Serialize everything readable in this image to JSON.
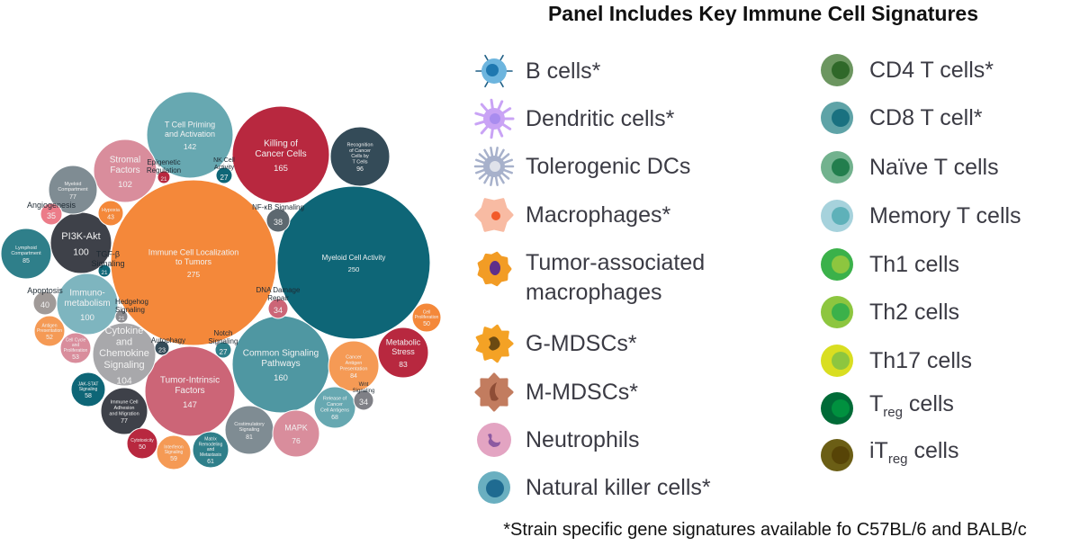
{
  "chart_data": {
    "type": "bubble",
    "title": "",
    "bubbles": [
      {
        "label": "Immune Cell Localization\nto Tumors",
        "value": 275,
        "color": "#f4883a"
      },
      {
        "label": "Myeloid Cell Activity",
        "value": 250,
        "color": "#0e6677"
      },
      {
        "label": "Killing of\nCancer Cells",
        "value": 165,
        "color": "#b8283f"
      },
      {
        "label": "Common Signaling\nPathways",
        "value": 160,
        "color": "#4f97a2"
      },
      {
        "label": "Tumor-Intrinsic\nFactors",
        "value": 147,
        "color": "#cc6577"
      },
      {
        "label": "T Cell Priming\nand Activation",
        "value": 142,
        "color": "#67a8b1"
      },
      {
        "label": "Cytokine\nand\nChemokine\nSignaling",
        "value": 104,
        "color": "#a8a8ab"
      },
      {
        "label": "Stromal\nFactors",
        "value": 102,
        "color": "#d98d9c"
      },
      {
        "label": "PI3K-Akt",
        "value": 100,
        "color": "#3e4149"
      },
      {
        "label": "Immuno-\nmetabolism",
        "value": 100,
        "color": "#7eb5bf"
      },
      {
        "label": "Recognition\nof Cancer\nCells by\nT Cells",
        "value": 96,
        "color": "#344b58"
      },
      {
        "label": "Lymphoid\nCompartment",
        "value": 85,
        "color": "#2f7f8a"
      },
      {
        "label": "Cancer\nAntigen\nPresentation",
        "value": 84,
        "color": "#f59a55"
      },
      {
        "label": "Metabolic\nStress",
        "value": 83,
        "color": "#b8283f"
      },
      {
        "label": "Costimulatory\nSignaling",
        "value": 81,
        "color": "#7f8c93"
      },
      {
        "label": "Myeloid\nCompartment",
        "value": 77,
        "color": "#7f8c93"
      },
      {
        "label": "Immune Cell\nAdhesion\nand Migration",
        "value": 77,
        "color": "#3e4149"
      },
      {
        "label": "MAPK",
        "value": 76,
        "color": "#d98d9c"
      },
      {
        "label": "Release of\nCancer\nCell Antigens",
        "value": 68,
        "color": "#67a8b1"
      },
      {
        "label": "Matrix\nRemodeling\nand\nMetastasis",
        "value": 61,
        "color": "#2f7f8a"
      },
      {
        "label": "Interferon\nSignaling",
        "value": 59,
        "color": "#f59a55"
      },
      {
        "label": "JAK-STAT\nSignaling",
        "value": 58,
        "color": "#0e6677"
      },
      {
        "label": "Cell Cycle\nand\nProliferation",
        "value": 53,
        "color": "#d98d9c"
      },
      {
        "label": "Antigen\nPresentation",
        "value": 52,
        "color": "#f59a55"
      },
      {
        "label": "Cytotoxicity",
        "value": 50,
        "color": "#b8283f"
      },
      {
        "label": "Cell\nProliferation",
        "value": 50,
        "color": "#f4883a"
      },
      {
        "label": "Hypoxia",
        "value": 43,
        "color": "#f4883a"
      },
      {
        "label": "Apoptosis",
        "value": 40,
        "color": "#a09a98"
      },
      {
        "label": "NF-κB Signaling",
        "value": 38,
        "color": "#5d6870"
      },
      {
        "label": "Angiogenesis",
        "value": 35,
        "color": "#ec7c89"
      },
      {
        "label": "DNA Damage\nRepair",
        "value": 34,
        "color": "#cc6577"
      },
      {
        "label": "Wnt\nSignaling",
        "value": 34,
        "color": "#7f8086"
      },
      {
        "label": "NK Cell\nActivity",
        "value": 27,
        "color": "#0e6677"
      },
      {
        "label": "Notch\nSignaling",
        "value": 27,
        "color": "#2f7f8a"
      },
      {
        "label": "Autophagy",
        "value": 23,
        "color": "#344b58"
      },
      {
        "label": "Epigenetic\nRegulation",
        "value": 21,
        "color": "#b8283f"
      },
      {
        "label": "TGF-β\nSignaling",
        "value": 21,
        "color": "#0e6677"
      },
      {
        "label": "Hedgehog\nSignaling",
        "value": 21,
        "color": "#8a8a8e"
      }
    ]
  },
  "legend": {
    "title": "Panel Includes Key Immune Cell Signatures",
    "left": [
      {
        "label": "B cells*",
        "icon": "b-cell-icon",
        "colors": [
          "#6db5de",
          "#1f78b0"
        ]
      },
      {
        "label": "Dendritic cells*",
        "icon": "dendritic-cell-icon",
        "colors": [
          "#c9a3f5",
          "#a98cef"
        ]
      },
      {
        "label": "Tolerogenic DCs",
        "icon": "tolerogenic-dc-icon",
        "colors": [
          "#a7b1cb",
          "#dfe2ea"
        ]
      },
      {
        "label": "Macrophages*",
        "icon": "macrophage-icon",
        "colors": [
          "#f8bba3",
          "#f25a29"
        ]
      },
      {
        "label": "Tumor-associated\nmacrophages",
        "icon": "tam-icon",
        "colors": [
          "#f29c25",
          "#5e2f8a"
        ]
      },
      {
        "label": "G-MDSCs*",
        "icon": "g-mdsc-icon",
        "colors": [
          "#f4a225",
          "#6b4a12"
        ]
      },
      {
        "label": "M-MDSCs*",
        "icon": "m-mdsc-icon",
        "colors": [
          "#c27c5f",
          "#8e4d36"
        ]
      },
      {
        "label": "Neutrophils",
        "icon": "neutrophil-icon",
        "colors": [
          "#e3a4c2",
          "#8c5aa1"
        ]
      },
      {
        "label": "Natural killer cells*",
        "icon": "nk-cell-icon",
        "colors": [
          "#6aafc0",
          "#1f6b91"
        ]
      }
    ],
    "right": [
      {
        "label": "CD4 T cells*",
        "icon": "cd4-t-cell-icon",
        "colors": [
          "#6c9660",
          "#2f6829"
        ]
      },
      {
        "label": "CD8 T cell*",
        "icon": "cd8-t-cell-icon",
        "colors": [
          "#5fa3a7",
          "#1a7180"
        ]
      },
      {
        "label": "Naïve T cells",
        "icon": "naive-t-cell-icon",
        "colors": [
          "#72b28e",
          "#227e4d"
        ]
      },
      {
        "label": "Memory T cells",
        "icon": "memory-t-cell-icon",
        "colors": [
          "#a6d2dc",
          "#5eb1b9"
        ]
      },
      {
        "label": "Th1 cells",
        "icon": "th1-cell-icon",
        "colors": [
          "#3bb14a",
          "#8dc63f"
        ]
      },
      {
        "label": "Th2 cells",
        "icon": "th2-cell-icon",
        "colors": [
          "#8dc63f",
          "#3bb14a"
        ]
      },
      {
        "label": "Th17 cells",
        "icon": "th17-cell-icon",
        "colors": [
          "#d9de21",
          "#8dc63f"
        ]
      },
      {
        "label": "T",
        "sub": "reg",
        "suffix": " cells",
        "icon": "treg-cell-icon",
        "colors": [
          "#006b37",
          "#00913f"
        ]
      },
      {
        "label": "iT",
        "sub": "reg",
        "suffix": " cells",
        "icon": "itreg-cell-icon",
        "colors": [
          "#6b5e15",
          "#574407"
        ]
      }
    ]
  },
  "footnote": "*Strain specific gene signatures available fo C57BL/6 and BALB/c"
}
